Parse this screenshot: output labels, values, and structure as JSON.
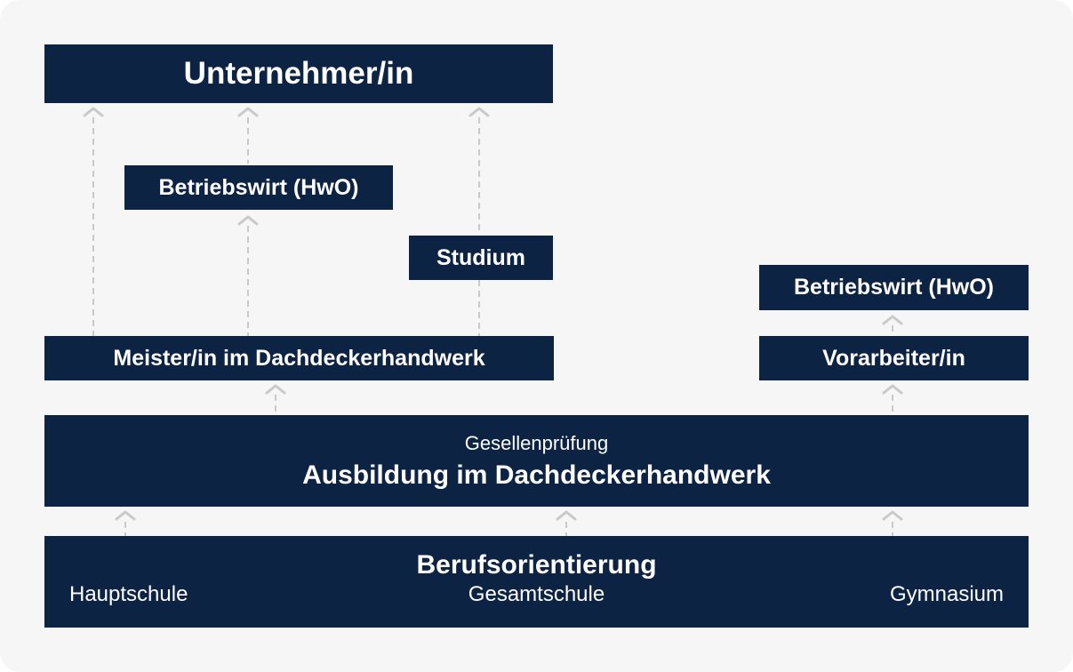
{
  "diagram": {
    "top": {
      "title": "Unternehmer/in"
    },
    "betriebswirt_left": {
      "label": "Betriebswirt (HwO)"
    },
    "studium": {
      "label": "Studium"
    },
    "betriebswirt_right": {
      "label": "Betriebswirt (HwO)"
    },
    "meister": {
      "label": "Meister/in im Dachdeckerhandwerk"
    },
    "vorarbeiter": {
      "label": "Vorarbeiter/in"
    },
    "ausbildung": {
      "subtitle": "Gesellenprüfung",
      "title": "Ausbildung im Dachdeckerhandwerk"
    },
    "berufsorientierung": {
      "title": "Berufsorientierung",
      "schools": [
        "Hauptschule",
        "Gesamtschule",
        "Gymnasium"
      ]
    }
  },
  "colors": {
    "box": "#0c2343",
    "background": "#f6f6f7",
    "connector": "#c9c9c9"
  }
}
